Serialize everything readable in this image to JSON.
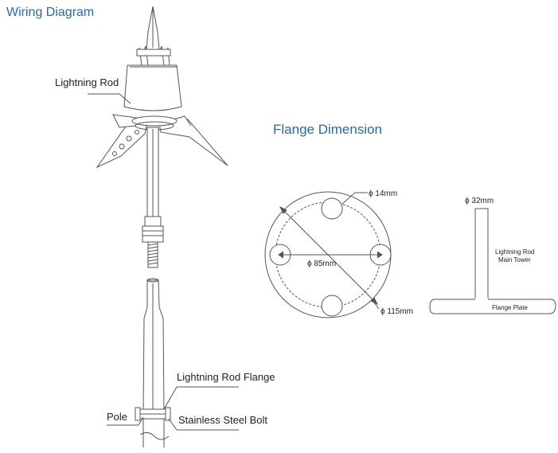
{
  "colors": {
    "title": "#2a6aa5",
    "line": "#555555",
    "text": "#222222"
  },
  "titles": {
    "wiring": "Wiring Diagram",
    "flange": "Flange Dimension"
  },
  "labels": {
    "lightning_rod": "Lightning Rod",
    "rod_flange": "Lightning Rod Flange",
    "pole": "Pole",
    "bolt": "Stainless Steel Bolt"
  },
  "flange": {
    "hole_dia": "ϕ 14mm",
    "bolt_circle": "ϕ 85mm",
    "outer_dia": "ϕ 115mm"
  },
  "side_view": {
    "tower_dia": "ϕ 32mm",
    "tower_label_1": "Lightning Rod",
    "tower_label_2": "Main Tower",
    "plate_label": "Flange Plate"
  }
}
